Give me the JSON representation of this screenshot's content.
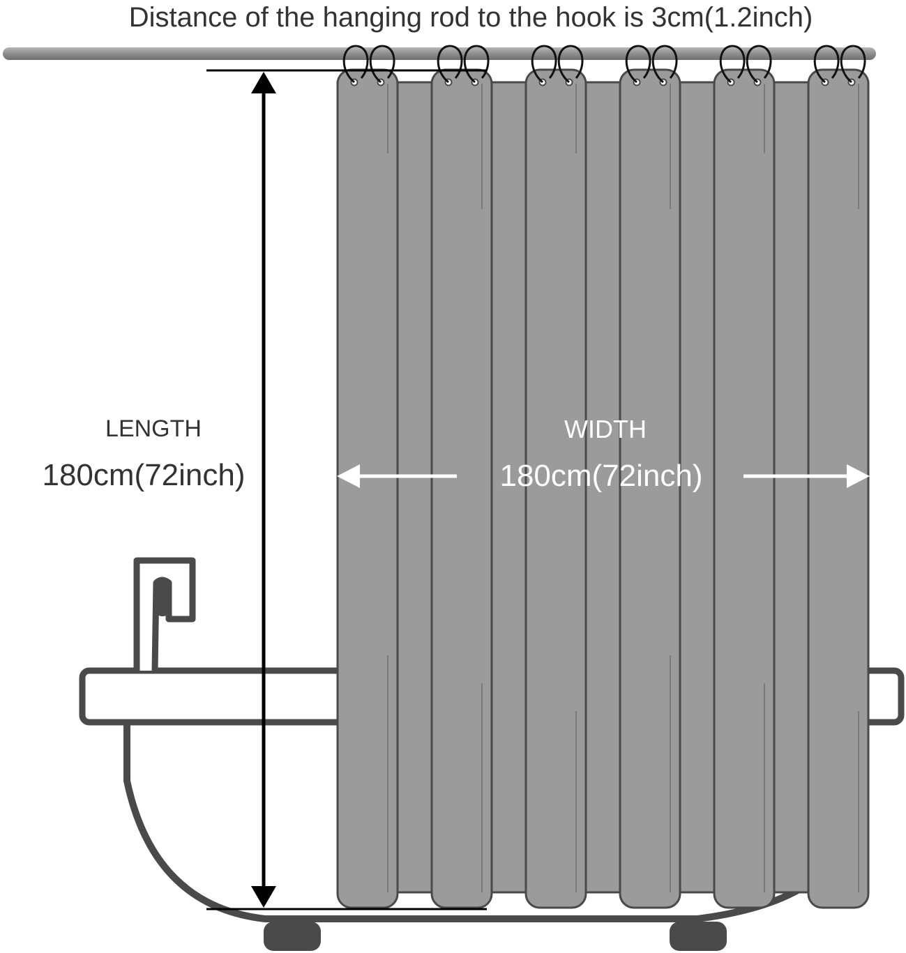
{
  "title": "Distance of the hanging rod to the hook is 3cm(1.2inch)",
  "length": {
    "label": "LENGTH",
    "value": "180cm(72inch)"
  },
  "width": {
    "label": "WIDTH",
    "value": "180cm(72inch)"
  },
  "colors": {
    "curtain": "#9b9b9b",
    "outline": "#4a4a4a",
    "rod": "#8e8e8e",
    "text_dark": "#333333",
    "text_light": "#ffffff",
    "arrow_dark": "#000000"
  },
  "icons": [
    "shower-rod",
    "curtain-hook",
    "bathtub",
    "bath-faucet",
    "dimension-arrow"
  ],
  "panels_count": 6
}
